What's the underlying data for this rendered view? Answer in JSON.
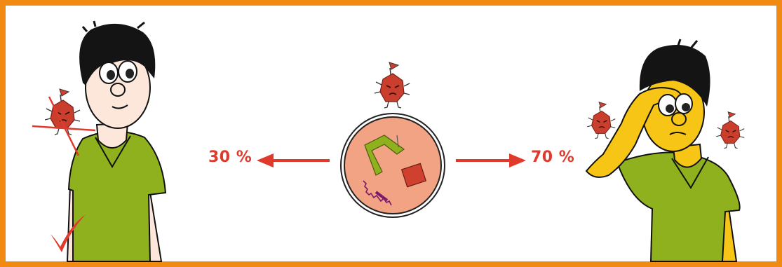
{
  "left_label": {
    "text": "30 %",
    "value": 30
  },
  "right_label": {
    "text": "70 %",
    "value": 70
  },
  "colors": {
    "frame": "#F08A12",
    "accent_red": "#E03A2C",
    "shirt": "#8FB11E",
    "pale_skin": "#FCE7DA",
    "yellow_skin": "#F7C515",
    "hair": "#141414",
    "dish": "#F1A384",
    "bacterium": "#C9402E"
  },
  "icons": {
    "left_person": "healthy-person",
    "right_person": "sick-person",
    "center": "petri-dish",
    "check": "checkmark"
  }
}
